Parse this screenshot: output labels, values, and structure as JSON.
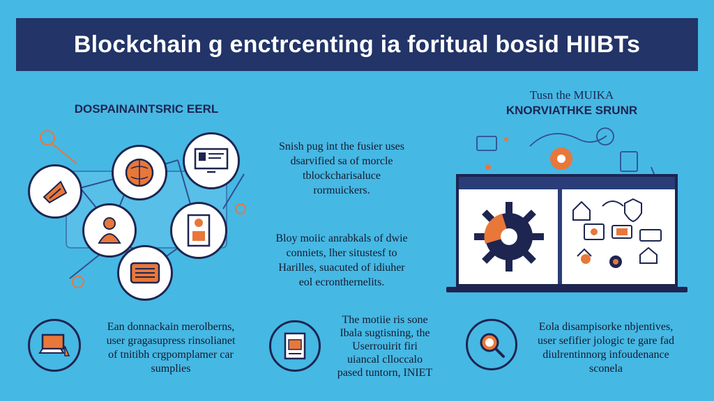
{
  "title": "Blockchain g enctrcenting ia foritual bosid HIIBTs",
  "left_header": "DOSPAINAINTSRIC EERL",
  "right_header": {
    "line1": "Tusn the MUIKA",
    "line2": "KNORVIATHKE SRUNR"
  },
  "center_text_1": [
    "Snish pug int the fusier uses",
    "dsarvified sa of morcle",
    "tblockcharisaluce",
    "rormuickers."
  ],
  "center_text_2": [
    "Bloy moiic anrabkals of dwie",
    "conniets, lher situstesf to",
    "Harilles, suacuted of idiuher",
    "eol ecronthernelits."
  ],
  "bottom_left_text": [
    "Ean donnackain merolberns,",
    "user gragasupress rinsolianet",
    "of tnitibh crgpomplamer car",
    "sumplies"
  ],
  "bottom_center_text": [
    "The motiie ris sone",
    "Ibala sugtisning, the",
    "Userrouirit firi",
    "uiancal clloccalo",
    "pased tuntorn, INIET"
  ],
  "bottom_right_text": [
    "Eola disampisorke nbjentives,",
    "user sefifier jologic te gare fad",
    "diulrentinnorg infoudenance",
    "sconela"
  ],
  "colors": {
    "background": "#46b8e4",
    "navy": "#1d2550",
    "accent_orange": "#e8773a"
  }
}
